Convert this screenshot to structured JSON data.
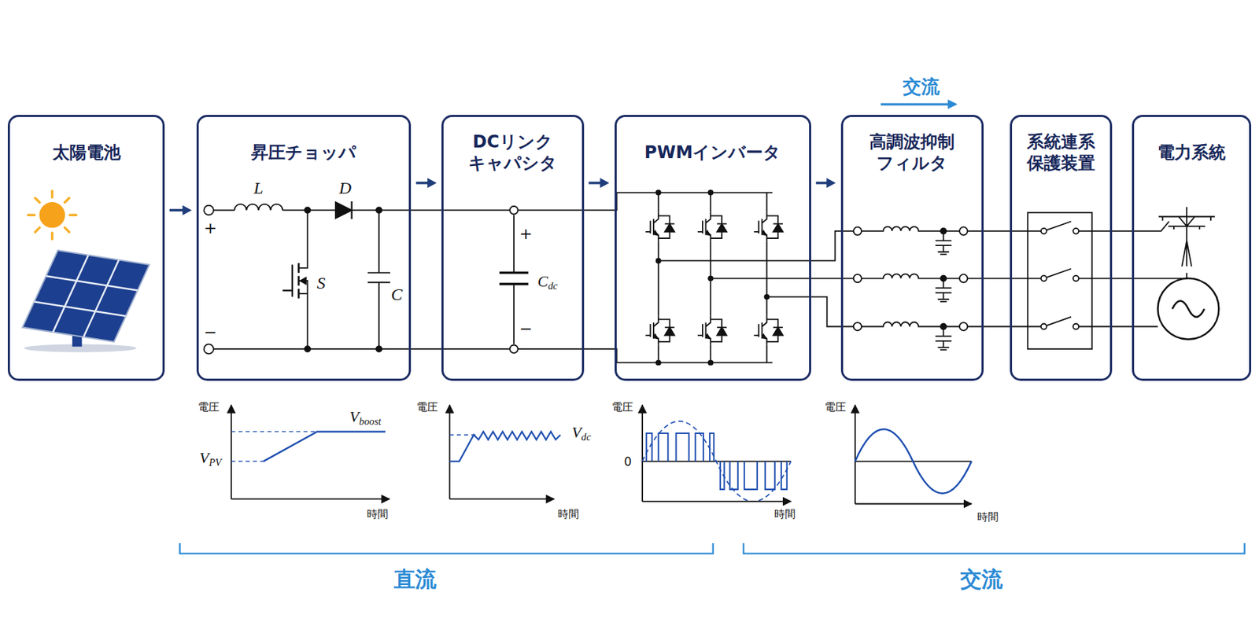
{
  "diagram": {
    "nodes": [
      {
        "text": [
          "太陽電池"
        ]
      },
      {
        "text": [
          "昇圧チョッパ"
        ]
      },
      {
        "text": [
          "DCリンク キャパシタ"
        ]
      },
      {
        "text": [
          "PWMインバータ"
        ]
      },
      {
        "text": [
          "高調波抑制 フィルタ"
        ]
      },
      {
        "text": [
          "系統連系 保護装置"
        ]
      },
      {
        "text": [
          "電力系統"
        ]
      }
    ],
    "edges": [
      {
        "from": 0,
        "to": 1,
        "arrow": "to"
      },
      {
        "from": 1,
        "to": 2,
        "arrow": "to"
      },
      {
        "from": 2,
        "to": 3,
        "arrow": "to"
      },
      {
        "from": 3,
        "to": 4,
        "arrow": "to"
      }
    ],
    "labels": [
      "交流",
      "L",
      "D",
      "+",
      "−",
      "S",
      "C",
      "+",
      "Cdc",
      "−",
      "電圧",
      "Vboost",
      "VPV",
      "時間",
      "電圧",
      "Vdc",
      "時間",
      "電圧",
      "0",
      "時間",
      "電圧",
      "時間",
      "直流",
      "交流"
    ]
  }
}
